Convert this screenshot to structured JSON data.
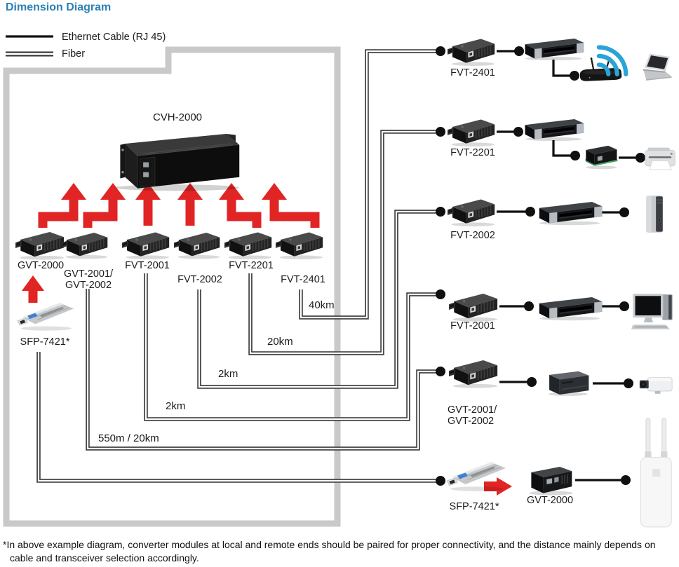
{
  "title": "Dimension Diagram",
  "legend": {
    "ethernet": "Ethernet Cable (RJ 45)",
    "fiber": "Fiber"
  },
  "local": {
    "chassis": "CVH-2000",
    "converters": [
      {
        "label": "GVT-2000"
      },
      {
        "line1": "GVT-2001/",
        "line2": "GVT-2002"
      },
      {
        "label": "FVT-2001"
      },
      {
        "label": "FVT-2002"
      },
      {
        "label": "FVT-2201"
      },
      {
        "label": "FVT-2401"
      }
    ],
    "sfp": "SFP-7421*"
  },
  "distances": {
    "d40": "40km",
    "d20": "20km",
    "d2a": "2km",
    "d2b": "2km",
    "d550": "550m / 20km"
  },
  "remote": {
    "rows": [
      {
        "label": "FVT-2401",
        "devices": [
          "media-converter",
          "ethernet-switch",
          "wireless-router",
          "laptop"
        ]
      },
      {
        "label": "FVT-2201",
        "devices": [
          "media-converter",
          "ethernet-switch",
          "print-server",
          "printer"
        ]
      },
      {
        "label": "FVT-2002",
        "devices": [
          "media-converter",
          "ethernet-switch",
          "tower-pc"
        ]
      },
      {
        "label": "FVT-2001",
        "devices": [
          "media-converter",
          "ethernet-switch",
          "desktop-pc"
        ]
      },
      {
        "line1": "GVT-2001/",
        "line2": "GVT-2002",
        "devices": [
          "media-converter",
          "video-server",
          "ip-camera"
        ]
      },
      {
        "sfp": "SFP-7421*",
        "label": "GVT-2000",
        "devices": [
          "sfp-module",
          "media-converter",
          "access-point"
        ]
      }
    ]
  },
  "footnote": "*In above example diagram, converter modules at local and remote ends should be paired for proper connectivity, and the distance mainly depends on cable and transceiver selection accordingly.",
  "colors": {
    "title_blue": "#2c80b4",
    "arrow_red": "#e12424",
    "wifi_blue": "#2aa4d6",
    "border_gray": "#c9c9c9",
    "line_black": "#101010"
  }
}
